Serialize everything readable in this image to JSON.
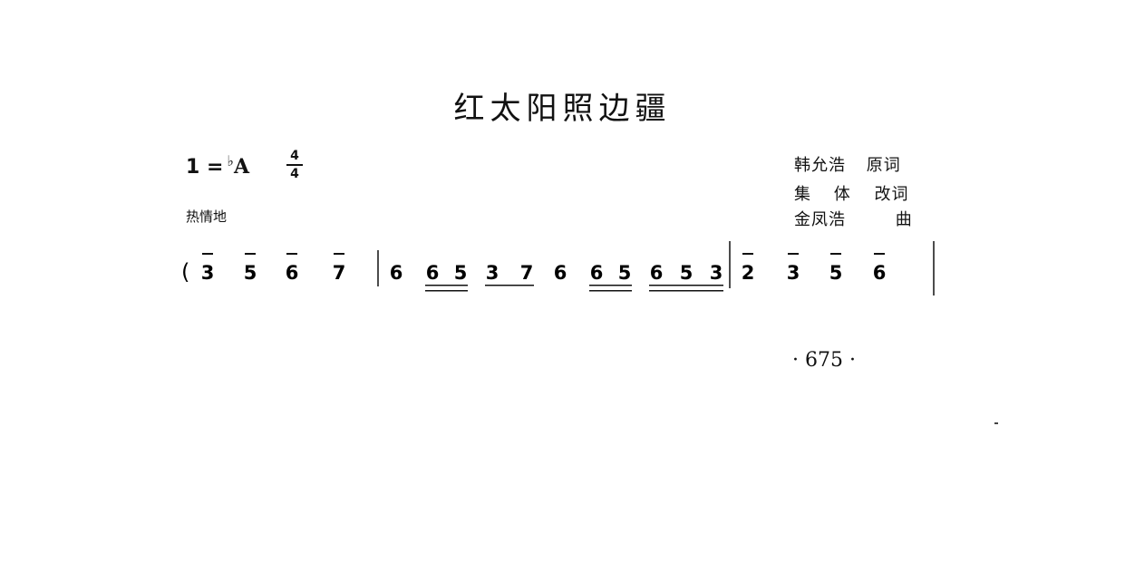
{
  "title": "红太阳照边疆",
  "key_signature": {
    "prefix": "1 =",
    "flat": "♭",
    "note": "A"
  },
  "time_signature": {
    "top": "4",
    "bottom": "4"
  },
  "tempo_marking": "热情地",
  "credits": {
    "lyricist_original": {
      "name": "韩允浩",
      "role": "原词"
    },
    "lyricist_adapted": {
      "name": "集 体",
      "role": "改词"
    },
    "composer": {
      "name": "金凤浩",
      "role": "曲"
    }
  },
  "score": {
    "open_paren": "(",
    "measures": [
      {
        "notes": [
          "3",
          "5",
          "6",
          "7"
        ]
      },
      {
        "notes": [
          "6",
          "6",
          "5",
          "3",
          "7",
          "6",
          "6",
          "5",
          "6",
          "5",
          "3"
        ]
      },
      {
        "notes": [
          "2",
          "3",
          "5",
          "6"
        ]
      }
    ]
  },
  "page_number": "· 675 ·"
}
